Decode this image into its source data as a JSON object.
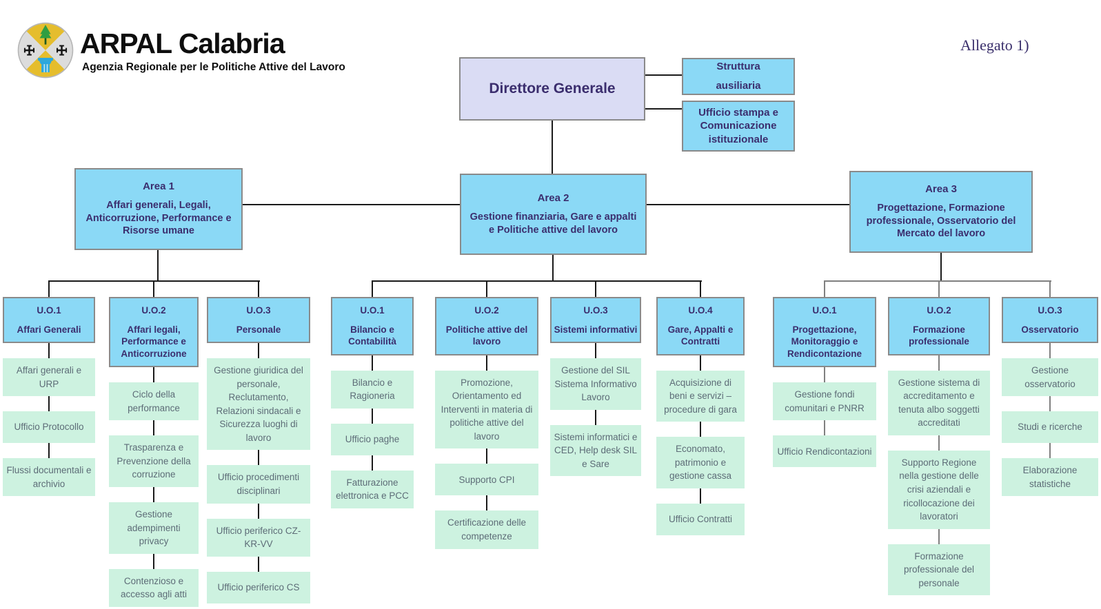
{
  "header": {
    "org_name": "ARPAL Calabria",
    "org_subtitle": "Agenzia Regionale per le Politiche Attive del Lavoro",
    "annotation": "Allegato 1)"
  },
  "colors": {
    "box_blue": "#8bd9f6",
    "box_lavender": "#dadcf4",
    "box_mint": "#cdf2e0",
    "heading_text": "#3b2e6e",
    "office_text": "#5d6c77"
  },
  "root": {
    "label": "Direttore Generale"
  },
  "staff_units": [
    {
      "label": "Struttura ausiliaria"
    },
    {
      "label": "Ufficio stampa e Comunicazione istituzionale"
    }
  ],
  "areas": [
    {
      "title": "Area 1",
      "label": "Affari generali, Legali, Anticorruzione, Performance e Risorse umane",
      "units": [
        {
          "code": "U.O.1",
          "name": "Affari Generali",
          "offices": [
            "Affari generali e URP",
            "Ufficio Protocollo",
            "Flussi documentali e archivio"
          ]
        },
        {
          "code": "U.O.2",
          "name": "Affari legali, Performance e Anticorruzione",
          "offices": [
            "Ciclo della performance",
            "Trasparenza e Prevenzione della corruzione",
            "Gestione adempimenti privacy",
            "Contenzioso e accesso agli atti"
          ]
        },
        {
          "code": "U.O.3",
          "name": "Personale",
          "offices": [
            "Gestione giuridica del personale, Reclutamento, Relazioni sindacali e Sicurezza luoghi di lavoro",
            "Ufficio procedimenti disciplinari",
            "Ufficio periferico CZ-KR-VV",
            "Ufficio periferico CS"
          ]
        }
      ]
    },
    {
      "title": "Area 2",
      "label": "Gestione finanziaria, Gare e appalti e Politiche attive del lavoro",
      "units": [
        {
          "code": "U.O.1",
          "name": "Bilancio e Contabilità",
          "offices": [
            "Bilancio e Ragioneria",
            "Ufficio paghe",
            "Fatturazione elettronica e PCC"
          ]
        },
        {
          "code": "U.O.2",
          "name": "Politiche attive del lavoro",
          "offices": [
            "Promozione, Orientamento ed Interventi in materia di politiche attive del lavoro",
            "Supporto CPI",
            "Certificazione delle competenze"
          ]
        },
        {
          "code": "U.O.3",
          "name": "Sistemi informativi",
          "offices": [
            "Gestione del SIL Sistema Informativo Lavoro",
            "Sistemi informatici e CED, Help desk SIL e Sare"
          ]
        },
        {
          "code": "U.O.4",
          "name": "Gare, Appalti e Contratti",
          "offices": [
            "Acquisizione di beni e servizi – procedure di gara",
            "Economato, patrimonio e gestione cassa",
            "Ufficio Contratti"
          ]
        }
      ]
    },
    {
      "title": "Area 3",
      "label": "Progettazione, Formazione professionale, Osservatorio del Mercato del lavoro",
      "units": [
        {
          "code": "U.O.1",
          "name": "Progettazione, Monitoraggio e Rendicontazione",
          "offices": [
            "Gestione fondi comunitari e PNRR",
            "Ufficio Rendicontazioni"
          ]
        },
        {
          "code": "U.O.2",
          "name": "Formazione professionale",
          "offices": [
            "Gestione sistema di accreditamento e tenuta albo soggetti accreditati",
            "Supporto Regione nella gestione delle crisi aziendali e ricollocazione dei lavoratori",
            "Formazione professionale del personale"
          ]
        },
        {
          "code": "U.O.3",
          "name": "Osservatorio",
          "offices": [
            "Gestione osservatorio",
            "Studi e ricerche",
            "Elaborazione statistiche"
          ]
        }
      ]
    }
  ]
}
